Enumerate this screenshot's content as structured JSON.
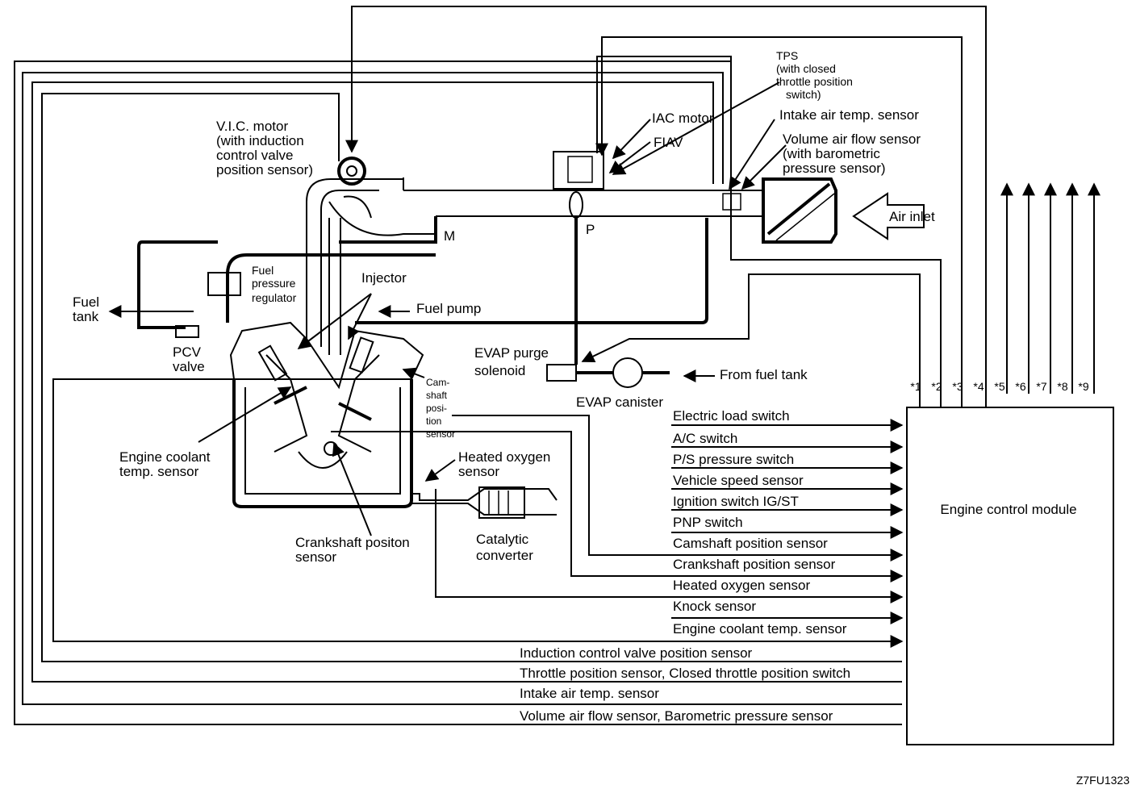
{
  "labels": {
    "vic_motor": [
      "V.I.C. motor",
      "(with induction",
      "control valve",
      "position sensor)"
    ],
    "tps": [
      "TPS",
      "(with closed",
      "throttle position",
      "switch)"
    ],
    "iac_motor": "IAC motor",
    "fiav": "FIAV",
    "intake_air_temp": "Intake air temp. sensor",
    "volume_air_flow": [
      "Volume air flow sensor",
      "(with barometric",
      "pressure sensor)"
    ],
    "air_inlet": "Air inlet",
    "m": "M",
    "p": "P",
    "fuel_pressure_regulator": [
      "Fuel",
      "pressure",
      "regulator"
    ],
    "injector": "Injector",
    "fuel_pump": "Fuel pump",
    "fuel_tank": [
      "Fuel",
      "tank"
    ],
    "pcv_valve": [
      "PCV",
      "valve"
    ],
    "evap_purge": [
      "EVAP purge",
      "solenoid"
    ],
    "from_fuel_tank": "From fuel tank",
    "evap_canister": "EVAP canister",
    "camshaft_sensor_small": [
      "Cam-",
      "shaft",
      "posi-",
      "tion",
      "sensor"
    ],
    "engine_coolant": [
      "Engine coolant",
      "temp. sensor"
    ],
    "heated_oxygen": [
      "Heated oxygen",
      "sensor"
    ],
    "crankshaft": [
      "Crankshaft positon",
      "sensor"
    ],
    "catalytic": [
      "Catalytic",
      "converter"
    ],
    "ecm": "Engine control module",
    "figure_code": "Z7FU1323"
  },
  "outputs": [
    "*1",
    "*2",
    "*3",
    "*4",
    "*5",
    "*6",
    "*7",
    "*8",
    "*9"
  ],
  "inputs": [
    "Electric load switch",
    "A/C switch",
    "P/S pressure switch",
    "Vehicle speed sensor",
    "Ignition switch IG/ST",
    "PNP switch",
    "Camshaft position sensor",
    "Crankshaft position sensor",
    "Heated oxygen sensor",
    "Knock sensor",
    "Engine coolant temp. sensor",
    "Induction control valve position sensor",
    "Throttle position sensor, Closed throttle position switch",
    "Intake air temp. sensor",
    "Volume air flow sensor, Barometric pressure sensor"
  ]
}
